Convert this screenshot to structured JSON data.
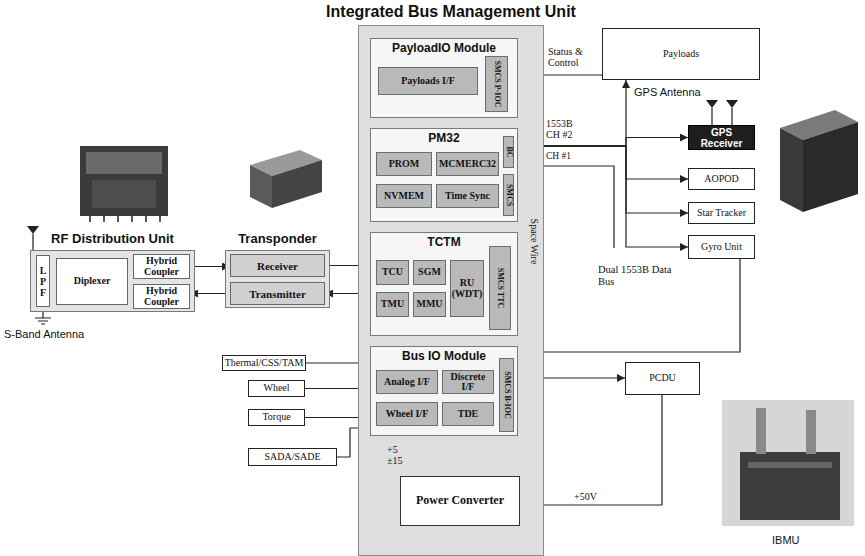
{
  "diagram": {
    "nodes": [
      {
        "text": [
          "Integrated Bus Management Unit"
        ]
      },
      {
        "text": [
          "PayloadIO Module"
        ],
        "in": 0
      },
      {
        "text": [
          "Payloads I/F"
        ],
        "in": 1
      },
      {
        "text": [
          "SMCS P-IOC"
        ],
        "in": 1
      },
      {
        "text": [
          "PM32"
        ],
        "in": 0
      },
      {
        "text": [
          "PROM"
        ],
        "in": 4
      },
      {
        "text": [
          "MCMERC32"
        ],
        "in": 4
      },
      {
        "text": [
          "NVMEM"
        ],
        "in": 4
      },
      {
        "text": [
          "Time Sync"
        ],
        "in": 4
      },
      {
        "text": [
          "BC"
        ],
        "in": 4
      },
      {
        "text": [
          "SMCS"
        ],
        "in": 4
      },
      {
        "text": [
          "TCTM"
        ],
        "in": 0
      },
      {
        "text": [
          "TCU"
        ],
        "in": 11
      },
      {
        "text": [
          "SGM"
        ],
        "in": 11
      },
      {
        "text": [
          "TMU"
        ],
        "in": 11
      },
      {
        "text": [
          "MMU"
        ],
        "in": 11
      },
      {
        "text": [
          "RU (WDT)"
        ],
        "in": 11
      },
      {
        "text": [
          "SMCS TTC"
        ],
        "in": 11
      },
      {
        "text": [
          "Bus IO Module"
        ],
        "in": 0
      },
      {
        "text": [
          "Analog I/F"
        ],
        "in": 18
      },
      {
        "text": [
          "Discrete I/F"
        ],
        "in": 18
      },
      {
        "text": [
          "Wheel I/F"
        ],
        "in": 18
      },
      {
        "text": [
          "TDE"
        ],
        "in": 18
      },
      {
        "text": [
          "SMCS B-IOC"
        ],
        "in": 18
      },
      {
        "text": [
          "Power Converter"
        ],
        "in": 0
      },
      {
        "text": [
          "RF Distribution Unit"
        ]
      },
      {
        "text": [
          "L P F"
        ],
        "in": 25
      },
      {
        "text": [
          "Diplexer"
        ],
        "in": 25
      },
      {
        "text": [
          "Hybrid Coupler"
        ],
        "in": 25
      },
      {
        "text": [
          "Hybrid Coupler"
        ],
        "in": 25
      },
      {
        "text": [
          "Transponder"
        ]
      },
      {
        "text": [
          "Receiver"
        ],
        "in": 30
      },
      {
        "text": [
          "Transmitter"
        ],
        "in": 30
      },
      {
        "text": [
          "Payloads"
        ]
      },
      {
        "text": [
          "GPS Receiver"
        ]
      },
      {
        "text": [
          "AOPOD"
        ]
      },
      {
        "text": [
          "Star Tracker"
        ]
      },
      {
        "text": [
          "Gyro Unit"
        ]
      },
      {
        "text": [
          "Thermal/CSS/TAM"
        ]
      },
      {
        "text": [
          "Wheel"
        ]
      },
      {
        "text": [
          "Torque"
        ]
      },
      {
        "text": [
          "SADA/SADE"
        ]
      },
      {
        "text": [
          "PCDU"
        ]
      }
    ],
    "edges": [
      {
        "from": 3,
        "to": 33,
        "arrow": "none",
        "label": "Status & Control"
      },
      {
        "from": 9,
        "to": 33,
        "arrow": "both"
      },
      {
        "from": 9,
        "to": 34,
        "arrow": "both"
      },
      {
        "from": 9,
        "to": 35,
        "arrow": "both"
      },
      {
        "from": 9,
        "to": 36,
        "arrow": "both"
      },
      {
        "from": 9,
        "to": 37,
        "arrow": "both"
      },
      {
        "from": 3,
        "to": 10,
        "arrow": "none"
      },
      {
        "from": 10,
        "to": 17,
        "arrow": "none",
        "label": "Space Wire"
      },
      {
        "from": 17,
        "to": 23,
        "arrow": "none"
      },
      {
        "from": 26,
        "to": 27,
        "arrow": "none"
      },
      {
        "from": 27,
        "to": 28,
        "arrow": "none"
      },
      {
        "from": 27,
        "to": 29,
        "arrow": "none"
      },
      {
        "from": 28,
        "to": 31,
        "arrow": "to"
      },
      {
        "from": 32,
        "to": 29,
        "arrow": "to"
      },
      {
        "from": 31,
        "to": 11,
        "arrow": "to"
      },
      {
        "from": 11,
        "to": 32,
        "arrow": "to"
      },
      {
        "from": 38,
        "to": 18,
        "arrow": "none"
      },
      {
        "from": 39,
        "to": 18,
        "arrow": "none"
      },
      {
        "from": 40,
        "to": 18,
        "arrow": "none"
      },
      {
        "from": 41,
        "to": 18,
        "arrow": "none"
      },
      {
        "from": 37,
        "to": 18,
        "arrow": "none"
      },
      {
        "from": 18,
        "to": 42,
        "arrow": "both"
      },
      {
        "from": 42,
        "to": 24,
        "arrow": "to",
        "label": "+50V"
      }
    ],
    "labels": [
      "1553B CH #2",
      "CH #1",
      "GPS Antenna",
      "Dual 1553B Data Bus",
      "S-Band Antenna",
      "+5 ±15",
      "IBMU"
    ]
  }
}
